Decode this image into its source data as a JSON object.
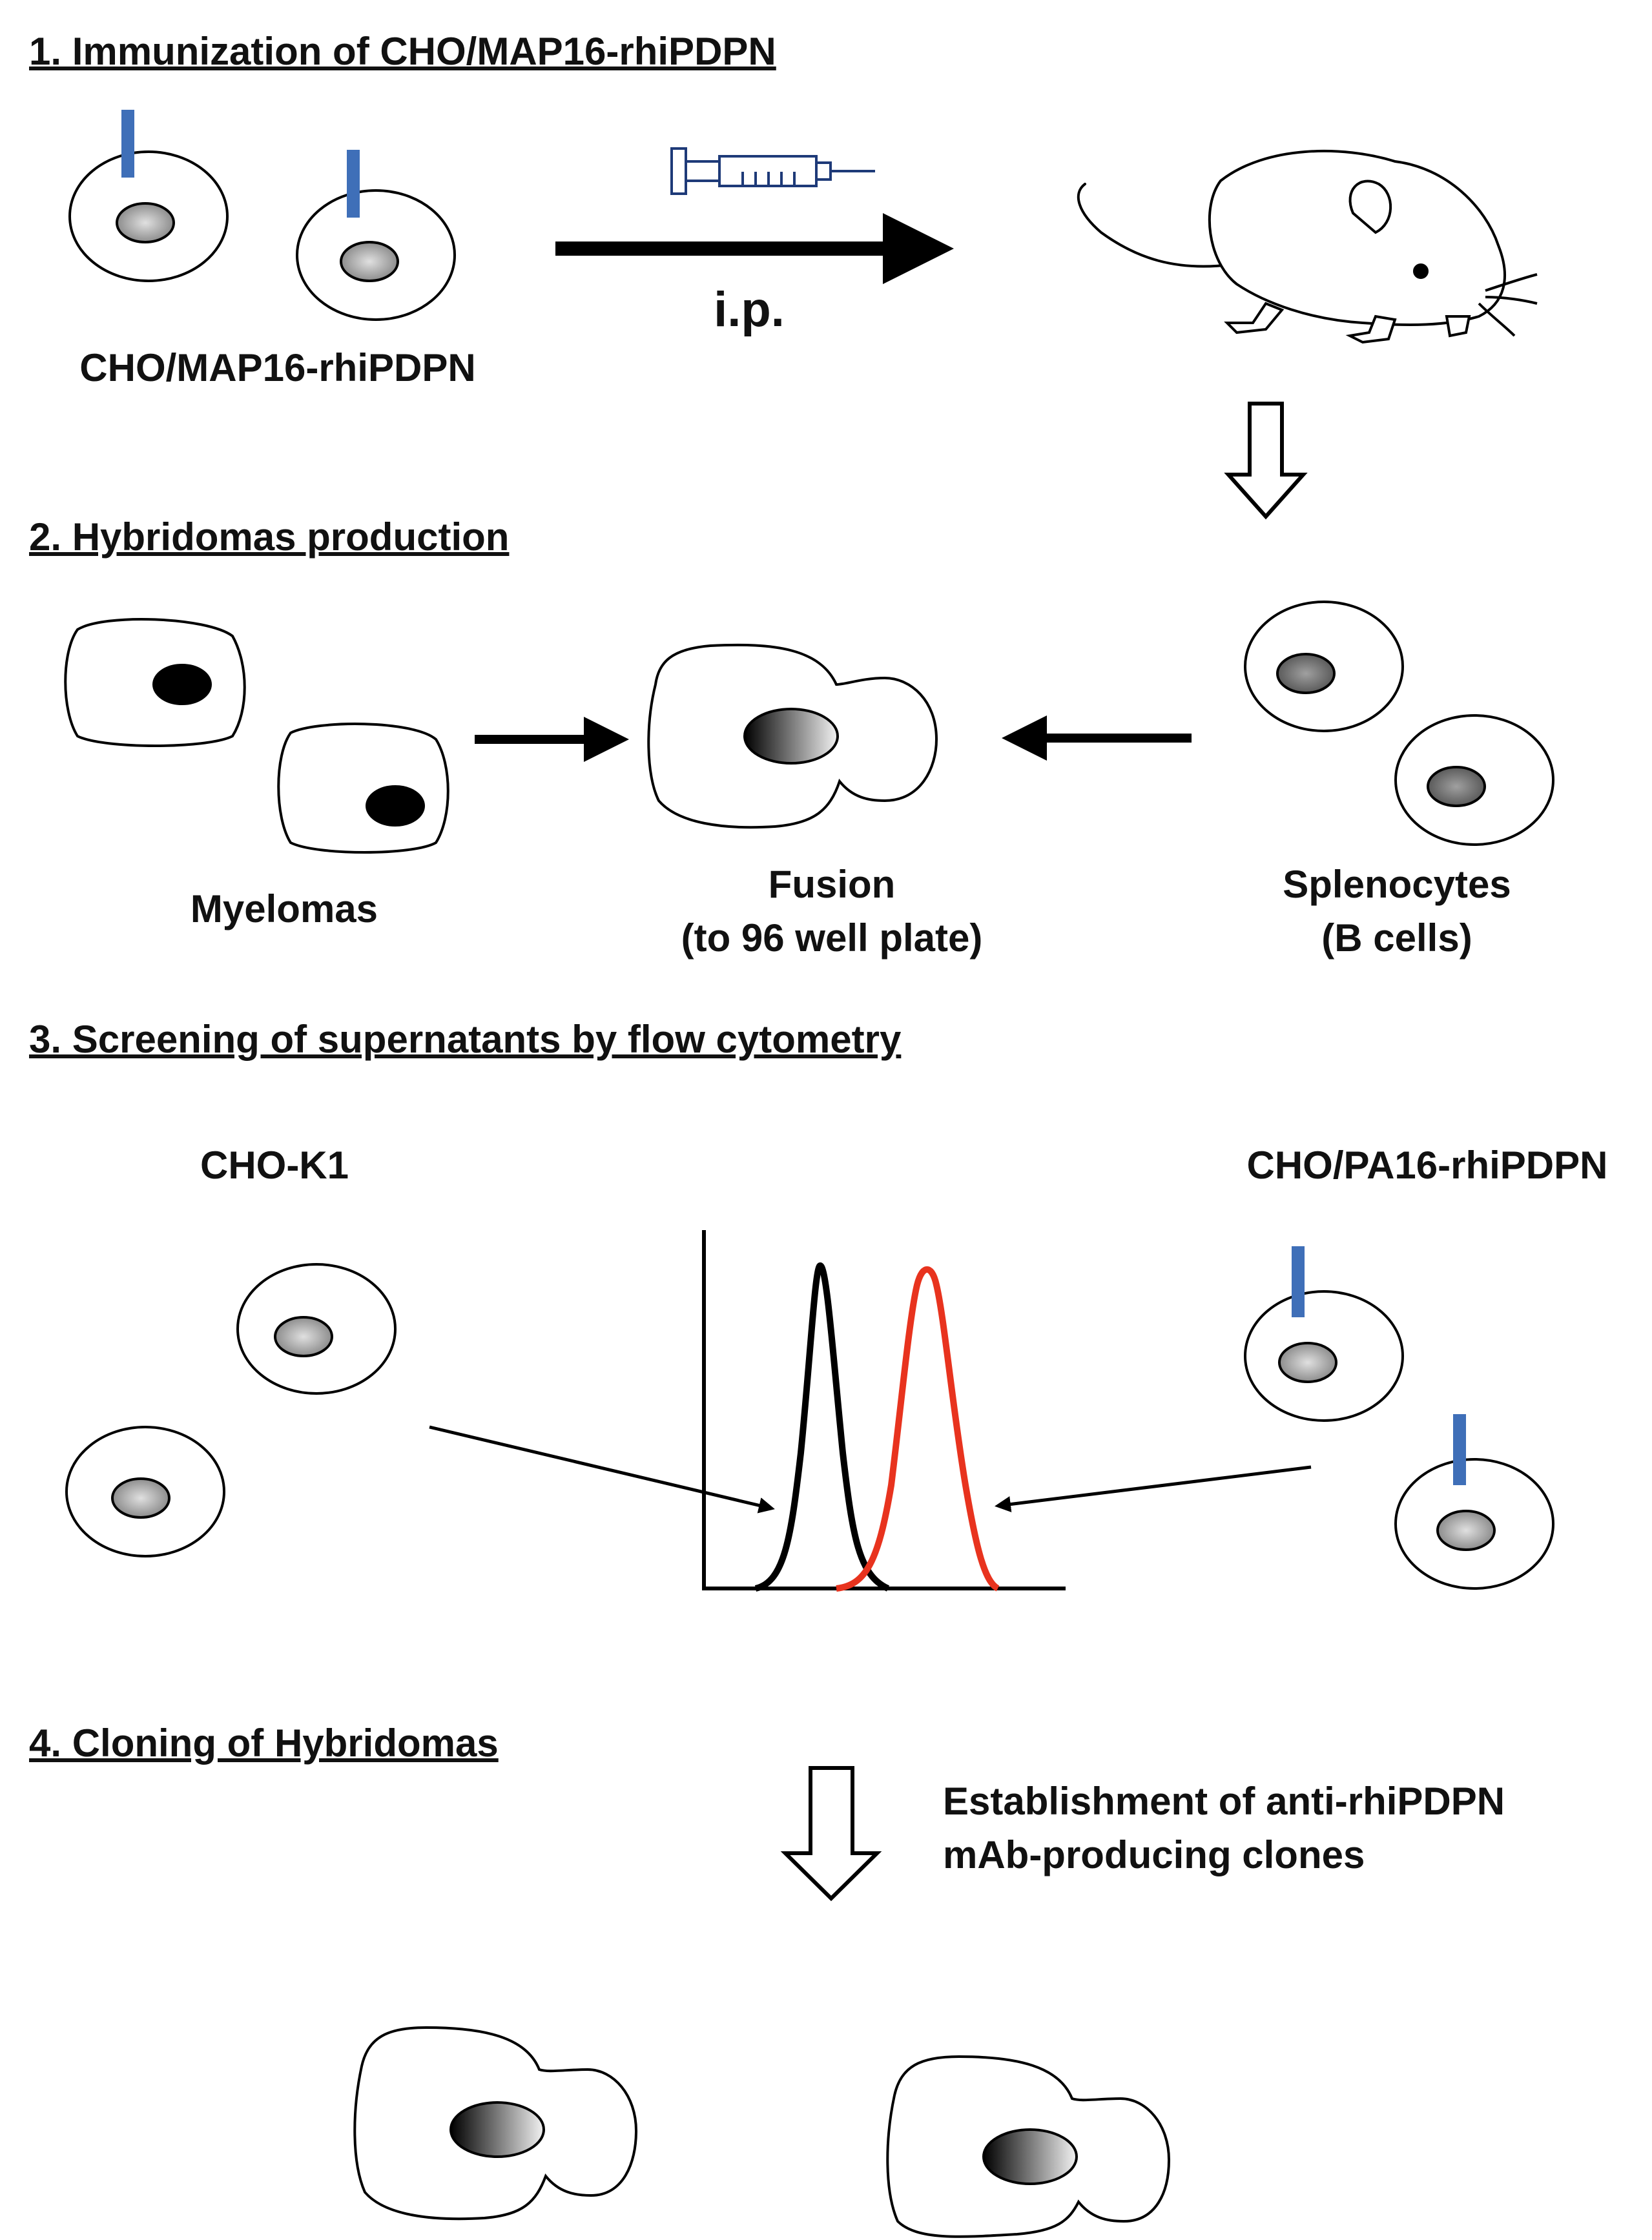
{
  "sections": {
    "s1": {
      "heading": "1. Immunization of CHO/MAP16-rhiPDPN",
      "cells_label": "CHO/MAP16-rhiPDPN",
      "route_label": "i.p."
    },
    "s2": {
      "heading": "2. Hybridomas production",
      "myelomas_label": "Myelomas",
      "fusion_label_1": "Fusion",
      "fusion_label_2": "(to 96 well plate)",
      "splenocytes_label_1": "Splenocytes",
      "splenocytes_label_2": "(B cells)"
    },
    "s3": {
      "heading": "3. Screening of supernatants by flow cytometry",
      "cho_k1_label": "CHO-K1",
      "cho_pa16_label": "CHO/PA16-rhiPDPN"
    },
    "s4": {
      "heading": "4. Cloning of Hybridomas",
      "result_label_1": "Establishment of anti-rhiPDPN",
      "result_label_2": "mAb-producing clones"
    }
  },
  "colors": {
    "antigen": "#3f6fb8",
    "negative_peak": "#000000",
    "positive_peak": "#e8331e",
    "cell_nucleus": "#9a9a9a",
    "myeloma_nucleus": "#000000",
    "splenocyte_nucleus": "#6c6c6c"
  },
  "icons": [
    "syringe-icon",
    "mouse-icon",
    "antibody-icon",
    "hollow-down-arrow-icon"
  ]
}
